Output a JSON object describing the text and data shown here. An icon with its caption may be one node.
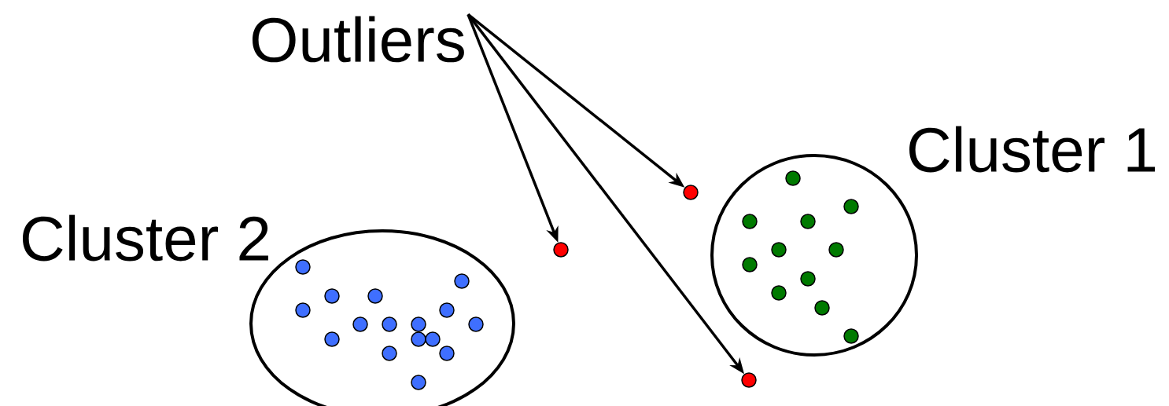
{
  "diagram": {
    "nodes": [
      {
        "text": [
          "Outliers"
        ]
      },
      {
        "text": [],
        "shape": "circle"
      },
      {
        "text": [],
        "shape": "circle"
      },
      {
        "text": [],
        "shape": "circle"
      },
      {
        "text": [
          "Cluster 1"
        ]
      },
      {
        "text": [],
        "shape": "circle",
        "in": 4
      },
      {
        "text": [],
        "shape": "circle",
        "in": 4
      },
      {
        "text": [],
        "shape": "circle",
        "in": 4
      },
      {
        "text": [],
        "shape": "circle",
        "in": 4
      },
      {
        "text": [],
        "shape": "circle",
        "in": 4
      },
      {
        "text": [],
        "shape": "circle",
        "in": 4
      },
      {
        "text": [],
        "shape": "circle",
        "in": 4
      },
      {
        "text": [],
        "shape": "circle",
        "in": 4
      },
      {
        "text": [],
        "shape": "circle",
        "in": 4
      },
      {
        "text": [],
        "shape": "circle",
        "in": 4
      },
      {
        "text": [],
        "shape": "circle",
        "in": 4
      },
      {
        "text": [
          "Cluster 2"
        ]
      },
      {
        "text": [],
        "shape": "circle",
        "in": 16
      },
      {
        "text": [],
        "shape": "circle",
        "in": 16
      },
      {
        "text": [],
        "shape": "circle",
        "in": 16
      },
      {
        "text": [],
        "shape": "circle",
        "in": 16
      },
      {
        "text": [],
        "shape": "circle",
        "in": 16
      },
      {
        "text": [],
        "shape": "circle",
        "in": 16
      },
      {
        "text": [],
        "shape": "circle",
        "in": 16
      },
      {
        "text": [],
        "shape": "circle",
        "in": 16
      },
      {
        "text": [],
        "shape": "circle",
        "in": 16
      },
      {
        "text": [],
        "shape": "circle",
        "in": 16
      },
      {
        "text": [],
        "shape": "circle",
        "in": 16
      },
      {
        "text": [],
        "shape": "circle",
        "in": 16
      },
      {
        "text": [],
        "shape": "circle",
        "in": 16
      },
      {
        "text": [],
        "shape": "circle",
        "in": 16
      },
      {
        "text": [],
        "shape": "circle",
        "in": 16
      },
      {
        "text": [],
        "shape": "circle",
        "in": 16
      }
    ],
    "edges": [
      {
        "from": 0,
        "to": 1,
        "arrow": "to"
      },
      {
        "from": 0,
        "to": 2,
        "arrow": "to"
      },
      {
        "from": 0,
        "to": 3,
        "arrow": "to"
      }
    ]
  }
}
